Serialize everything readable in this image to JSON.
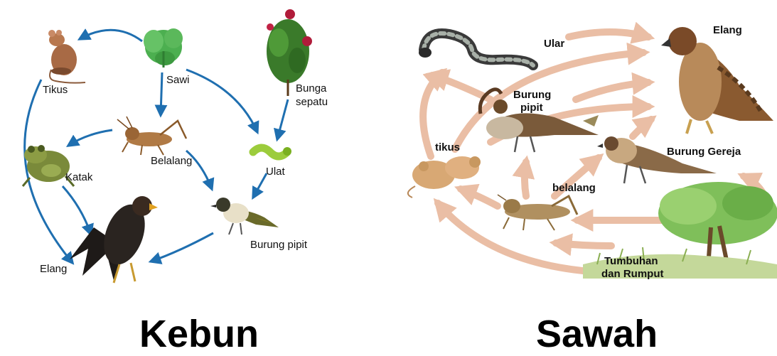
{
  "kebun": {
    "title": "Kebun",
    "labels": {
      "tikus": "Tikus",
      "sawi": "Sawi",
      "bunga_line1": "Bunga",
      "bunga_line2": "sepatu",
      "belalang": "Belalang",
      "katak": "Katak",
      "ulat": "Ulat",
      "burung_pipit": "Burung pipit",
      "elang": "Elang"
    }
  },
  "sawah": {
    "title": "Sawah",
    "labels": {
      "ular": "Ular",
      "elang": "Elang",
      "burung_pipit_line1": "Burung",
      "burung_pipit_line2": "pipit",
      "tikus": "tikus",
      "burung_gereja": "Burung Gereja",
      "belalang": "belalang",
      "tumbuhan_line1": "Tumbuhan",
      "tumbuhan_line2": "dan Rumput"
    }
  },
  "colors": {
    "kebun_arrow": "#1f6fb0",
    "sawah_arrow": "#e8b89c"
  }
}
